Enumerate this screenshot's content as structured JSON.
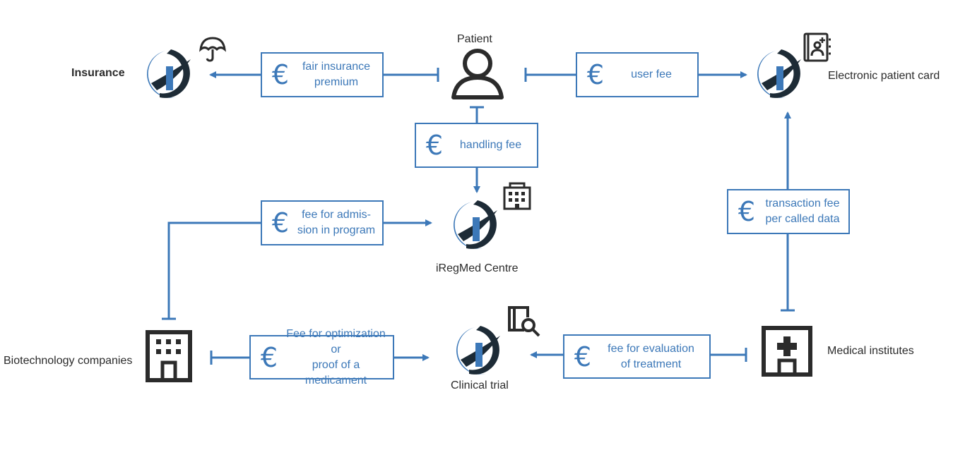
{
  "nodes": {
    "patient": "Patient",
    "insurance": "Insurance",
    "electronic_patient_card": "Electronic patient card",
    "iregmed_centre": "iRegMed Centre",
    "biotechnology_companies": "Biotechnology companies",
    "clinical_trial": "Clinical trial",
    "medical_institutes": "Medical institutes"
  },
  "fees": {
    "currency_symbol": "€",
    "insurance_line1": "fair insurance",
    "insurance_line2": "premium",
    "user_fee": "user fee",
    "handling_fee": "handling fee",
    "admission_line1": "fee for admis-",
    "admission_line2": "sion in program",
    "transaction_line1": "transaction fee",
    "transaction_line2": "per called data",
    "optimization_line1": "Fee for optimization or",
    "optimization_line2": "proof of a medicament",
    "evaluation_line1": "fee for evaluation",
    "evaluation_line2": "of treatment"
  },
  "icons": {
    "logo": "iregmed-logo-icon",
    "person": "person-icon",
    "umbrella": "umbrella-icon",
    "patient_card": "patient-card-icon",
    "building": "building-icon",
    "office_building": "office-building-icon",
    "hospital": "hospital-icon",
    "document_search": "document-search-icon"
  },
  "colors": {
    "accent_blue": "#3c78b8",
    "dark": "#2b2b2b",
    "logo_dark": "#1d2b36"
  }
}
